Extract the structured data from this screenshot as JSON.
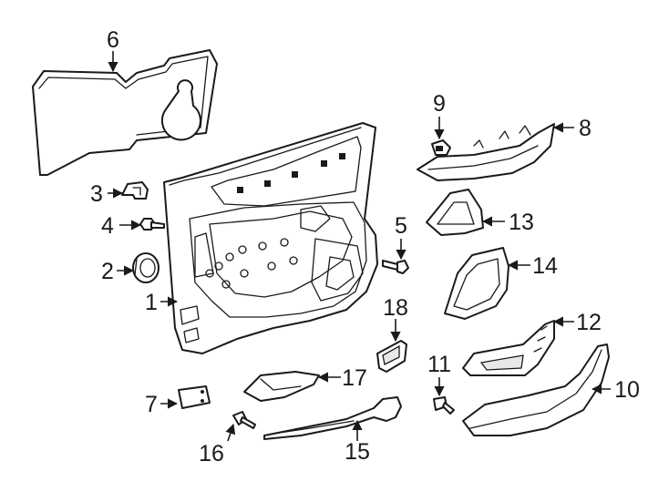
{
  "callouts": [
    {
      "id": "1",
      "text": "1"
    },
    {
      "id": "2",
      "text": "2"
    },
    {
      "id": "3",
      "text": "3"
    },
    {
      "id": "4",
      "text": "4"
    },
    {
      "id": "5",
      "text": "5"
    },
    {
      "id": "6",
      "text": "6"
    },
    {
      "id": "7",
      "text": "7"
    },
    {
      "id": "8",
      "text": "8"
    },
    {
      "id": "9",
      "text": "9"
    },
    {
      "id": "10",
      "text": "10"
    },
    {
      "id": "11",
      "text": "11"
    },
    {
      "id": "12",
      "text": "12"
    },
    {
      "id": "13",
      "text": "13"
    },
    {
      "id": "14",
      "text": "14"
    },
    {
      "id": "15",
      "text": "15"
    },
    {
      "id": "16",
      "text": "16"
    },
    {
      "id": "17",
      "text": "17"
    },
    {
      "id": "18",
      "text": "18"
    }
  ],
  "colors": {
    "line": "#1a1a1a",
    "background": "#ffffff"
  }
}
